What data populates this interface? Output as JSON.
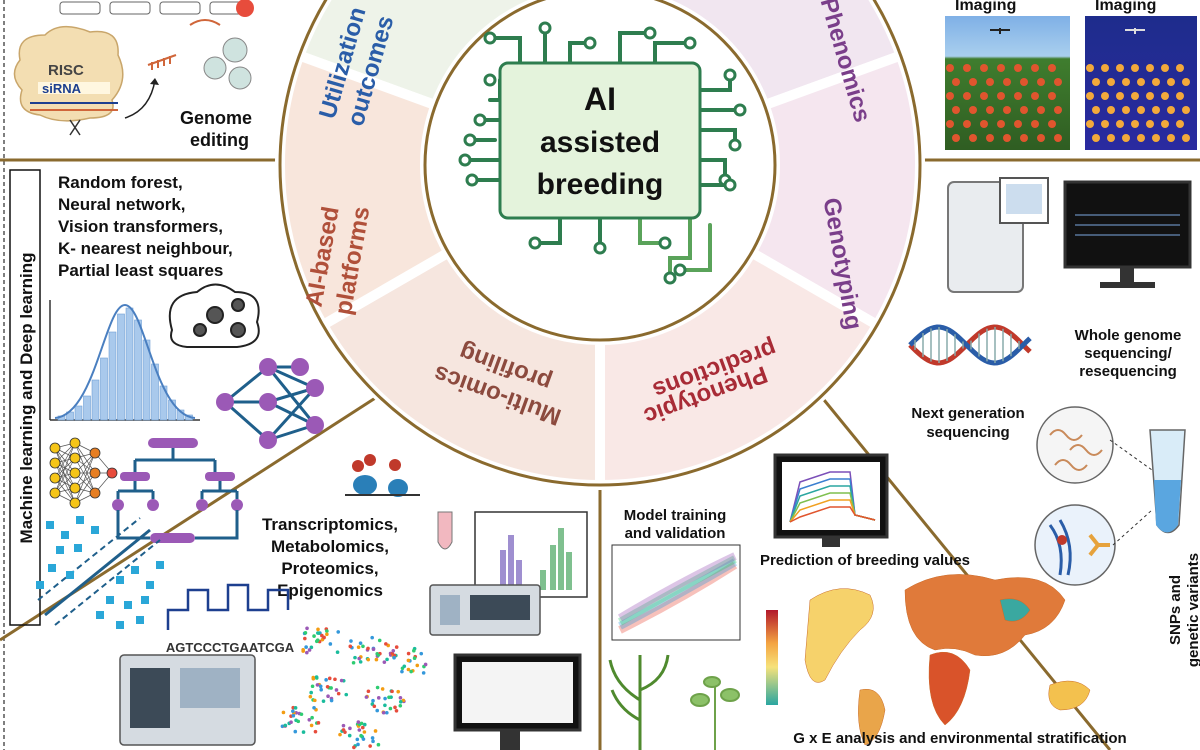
{
  "center": {
    "line1": "AI",
    "line2": "assisted",
    "line3": "breeding"
  },
  "segments": [
    {
      "l1": "Utilization",
      "l2": "outcomes",
      "color": "#2a5da8",
      "fill": "#eef3e9"
    },
    {
      "l1": "Phenomics",
      "l2": "",
      "color": "#7a3e8a",
      "fill": "#f1e6f0"
    },
    {
      "l1": "Genotyping",
      "l2": "",
      "color": "#7a3e8a",
      "fill": "#f5e6ef"
    },
    {
      "l1": "Phenotypic",
      "l2": "predictions",
      "color": "#a82b36",
      "fill": "#f9e8e6"
    },
    {
      "l1": "Multi-omics",
      "l2": "profiling",
      "color": "#8c4a3e",
      "fill": "#f6e6df"
    },
    {
      "l1": "AI-based",
      "l2": "platforms",
      "color": "#b0503a",
      "fill": "#f8e6dc"
    }
  ],
  "genome_editing": {
    "line1": "Genome",
    "line2": "editing",
    "risc": "RISC",
    "sirna": "siRNA"
  },
  "imaging": {
    "label1": "Imaging",
    "label2": "Imaging"
  },
  "ml": {
    "vertical": "Machine learning and Deep learning",
    "methods": [
      "Random forest,",
      "Neural network,",
      "Vision transformers,",
      "K- nearest neighbour,",
      "Partial least squares"
    ]
  },
  "sequencing": {
    "wgs": [
      "Whole genome",
      "sequencing/",
      "resequencing"
    ],
    "ngs": [
      "Next generation",
      "sequencing"
    ],
    "snp": [
      "SNPs and",
      "genetic variants"
    ]
  },
  "omics": {
    "list": [
      "Transcriptomics,",
      "Metabolomics,",
      "Proteomics,",
      "Epigenomics"
    ],
    "dna": "AGTCCCTGAATCGA"
  },
  "prediction": {
    "training": [
      "Model training",
      "and validation"
    ],
    "breeding_values": "Prediction of breeding values",
    "gxe": "G x E analysis and environmental stratification"
  },
  "colors": {
    "ring": "#8a6a2e",
    "circuit": "#2e7d4f",
    "center_box": "#e4f3dc",
    "nn_purple": "#9b59b6"
  }
}
